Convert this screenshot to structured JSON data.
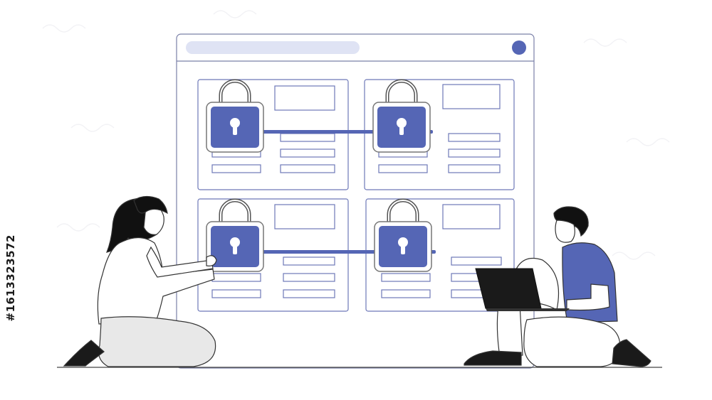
{
  "image_id_label": "#1613323572",
  "colors": {
    "accent": "#5566b5",
    "accent_light": "#dfe3f4",
    "outline": "#6d78b8",
    "skin": "#ffffff",
    "hair": "#111111",
    "dark": "#1a1a1a",
    "pants": "#e8e8e8"
  },
  "illustration": {
    "window": {
      "has_title_bar": true,
      "has_close_dot": true
    },
    "panels": [
      {
        "name": "panel-top-left",
        "locked": true
      },
      {
        "name": "panel-top-right",
        "locked": true
      },
      {
        "name": "panel-bottom-left",
        "locked": true
      },
      {
        "name": "panel-bottom-right",
        "locked": true
      }
    ],
    "icons": [
      "padlock-icon",
      "padlock-icon",
      "padlock-icon",
      "padlock-icon",
      "laptop-icon"
    ],
    "people": [
      "woman-kneeling",
      "man-with-laptop"
    ]
  }
}
